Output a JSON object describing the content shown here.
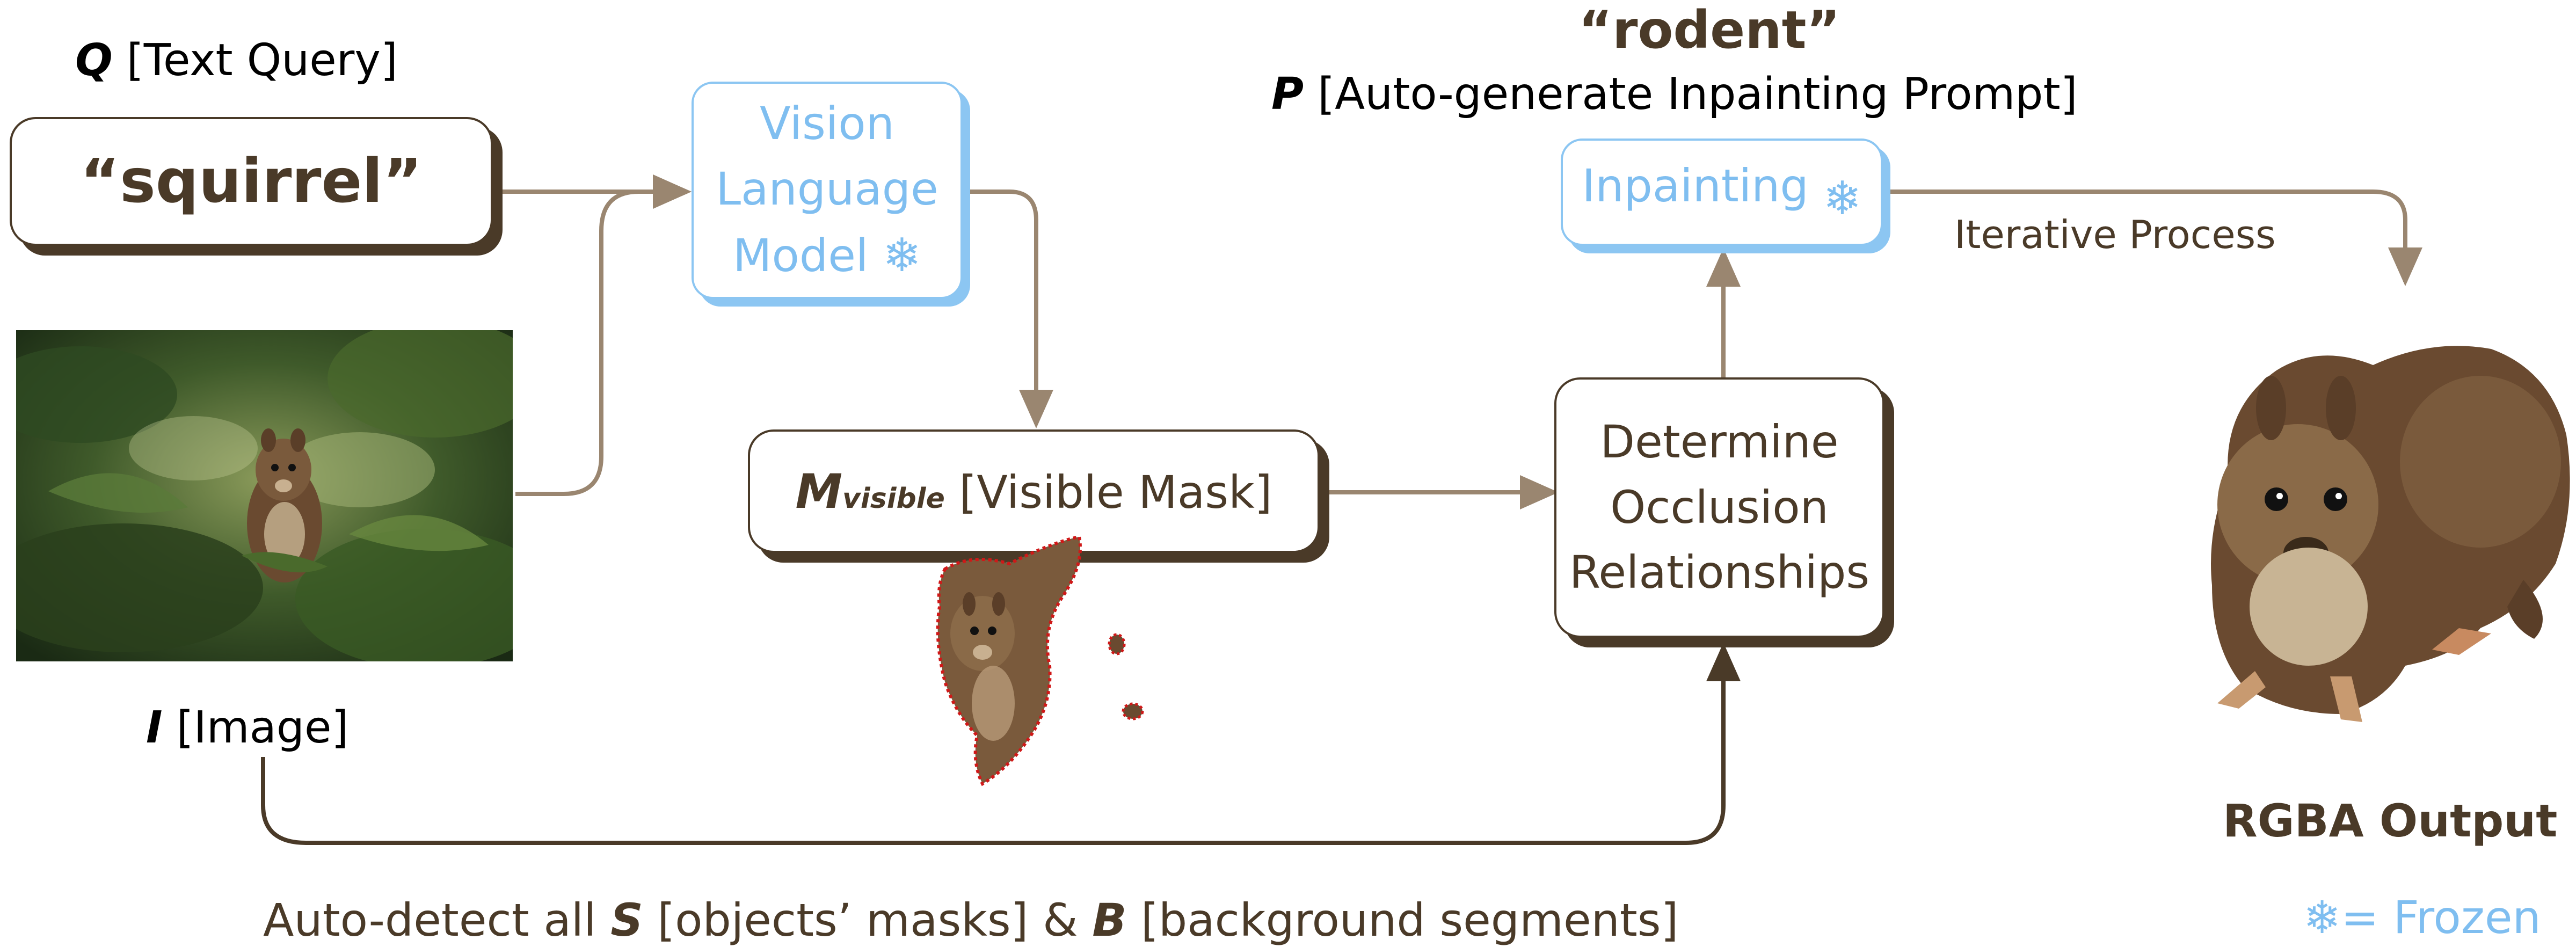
{
  "query": {
    "symbol": "Q",
    "label": "[Text Query]",
    "text": "“squirrel”"
  },
  "image_input": {
    "symbol": "I",
    "label": "[Image]"
  },
  "vlm": {
    "line1": "Vision",
    "line2": "Language",
    "line3": "Model"
  },
  "visible_mask": {
    "symbol": "M",
    "subscript": "visible",
    "label": "[Visible Mask]"
  },
  "occlusion": {
    "line1": "Determine",
    "line2": "Occlusion",
    "line3": "Relationships"
  },
  "prompt": {
    "text": "“rodent”",
    "symbol": "P",
    "label": "[Auto-generate Inpainting Prompt]"
  },
  "inpainting": {
    "label": "Inpainting"
  },
  "iterative": {
    "label": "Iterative Process"
  },
  "output": {
    "label": "RGBA Output"
  },
  "bottom_caption": {
    "part1": "Auto-detect all ",
    "s_symbol": "S",
    "part2": " [objects’ masks] & ",
    "b_symbol": "B",
    "part3": " [background segments]"
  },
  "legend": {
    "icon": "snowflake-icon",
    "label": "= Frozen"
  },
  "colors": {
    "brown": "#4a3a28",
    "arrow": "#9a8670",
    "frozen_blue": "#7fbef0",
    "mask_outline": "#d01818"
  }
}
